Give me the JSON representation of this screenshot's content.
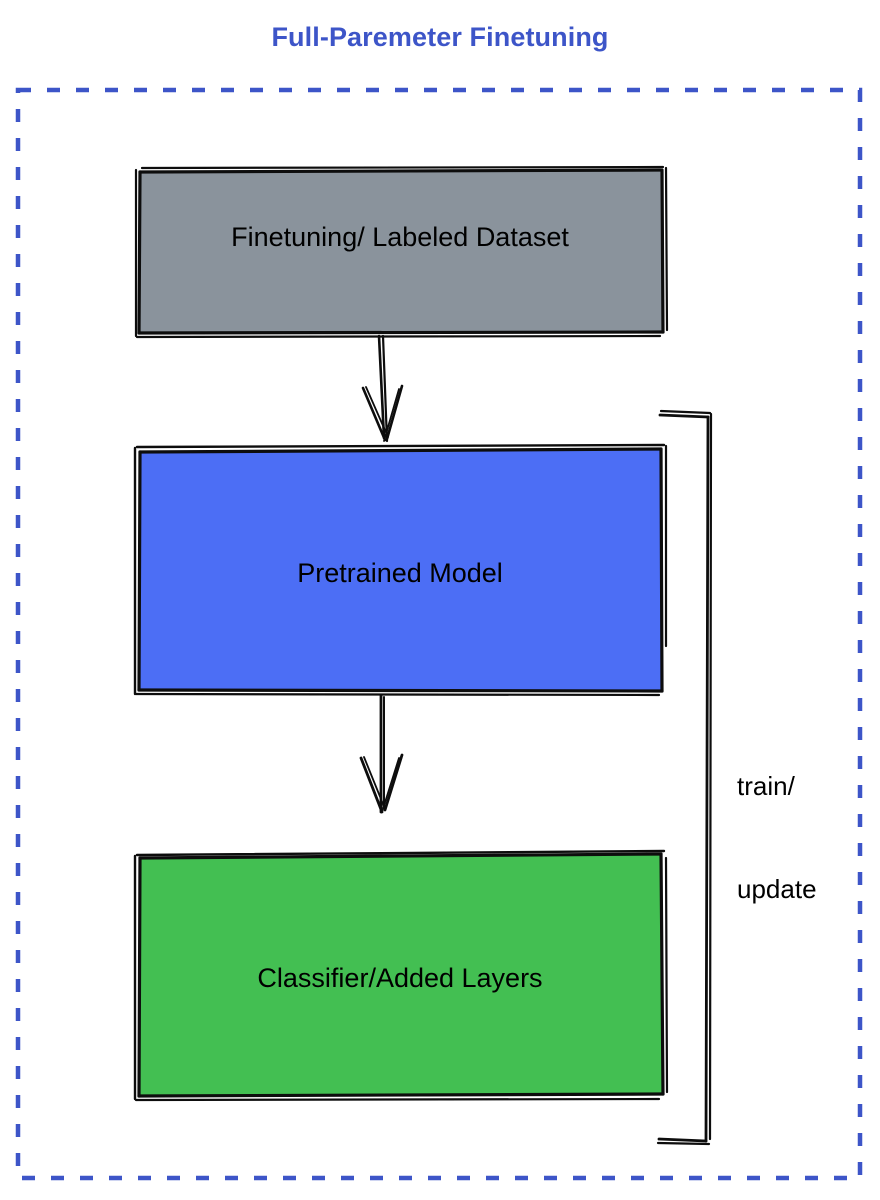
{
  "title": "Full-Paremeter Finetuning",
  "colors": {
    "title_blue": "#3d55c8",
    "frame_dash_blue": "#3d55c8",
    "node_gray": "#8a939c",
    "node_blue": "#4c6ef5",
    "node_green": "#43bf52",
    "stroke_black": "#0d0d0d",
    "background": "#ffffff",
    "text_black": "#000000"
  },
  "frame": {
    "name": "dashed-container",
    "style": "dashed",
    "color": "#3d55c8"
  },
  "nodes": [
    {
      "id": "dataset",
      "label": "Finetuning/ Labeled Dataset",
      "fill": "#8a939c"
    },
    {
      "id": "pretrained",
      "label": "Pretrained Model",
      "fill": "#4c6ef5"
    },
    {
      "id": "classifier",
      "label": "Classifier/Added Layers",
      "fill": "#43bf52"
    }
  ],
  "edges": [
    {
      "id": "dataset-to-pretrained",
      "from": "dataset",
      "to": "pretrained",
      "label": "",
      "arrow": "down"
    },
    {
      "id": "pretrained-to-classifier",
      "from": "pretrained",
      "to": "classifier",
      "label": "",
      "arrow": "down"
    },
    {
      "id": "feedback-loop",
      "from": "classifier",
      "to": "pretrained",
      "label_line1": "train/",
      "label_line2": "update",
      "arrow": "none"
    }
  ],
  "loop_label": {
    "line1": "train/",
    "line2": "update"
  }
}
